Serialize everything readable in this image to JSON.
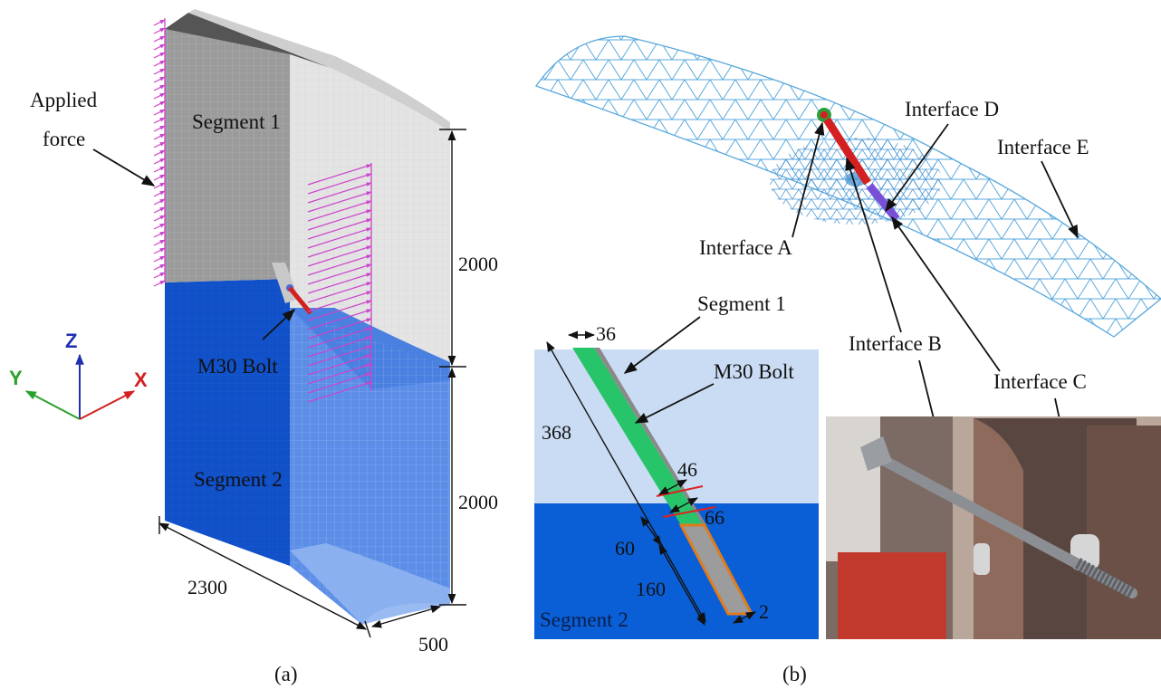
{
  "panel_a": {
    "caption": "(a)",
    "labels": {
      "applied_force_line1": "Applied",
      "applied_force_line2": "force",
      "segment1": "Segment 1",
      "segment2": "Segment 2",
      "bolt": "M30 Bolt"
    },
    "dimensions": {
      "upper_height": "2000",
      "lower_height": "2000",
      "width": "2300",
      "thickness": "500"
    },
    "axes": {
      "z": "Z",
      "y": "Y",
      "x": "X"
    },
    "colors": {
      "x_axis": "#d42020",
      "y_axis": "#2aa12a",
      "z_axis": "#1f2fb0",
      "force": "#cc44cc",
      "segment2": "#1050c8",
      "segment1": "#9b9b9b"
    }
  },
  "panel_b": {
    "caption": "(b)",
    "interfaces": {
      "a": "Interface A",
      "b": "Interface B",
      "c": "Interface C",
      "d": "Interface D",
      "e": "Interface E"
    },
    "section": {
      "segment1": "Segment 1",
      "segment2": "Segment 2",
      "bolt": "M30 Bolt",
      "dims": {
        "d36": "36",
        "d368": "368",
        "d46": "46",
        "d66": "66",
        "d60": "60",
        "d160": "160",
        "d2": "2"
      }
    },
    "colors": {
      "mesh": "#5aa8dc",
      "bolt": "#2ecc71",
      "sleeve": "#e07b1c"
    }
  }
}
